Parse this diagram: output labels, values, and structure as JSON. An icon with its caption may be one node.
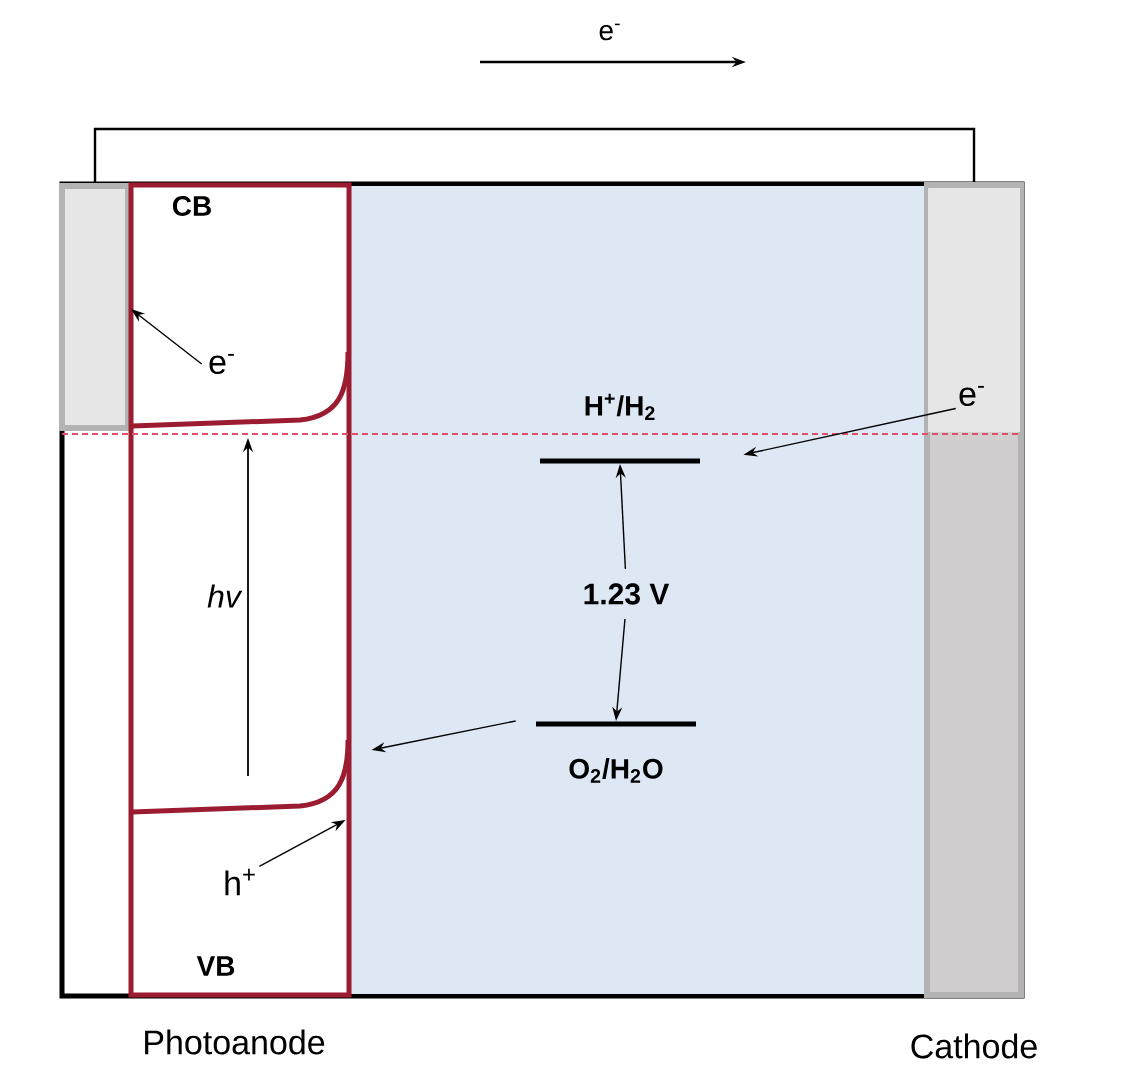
{
  "diagram": {
    "nodes": [
      {
        "text": [],
        "shape": "box"
      },
      {
        "text": [
          "CB",
          "VB"
        ],
        "beside": [
          "Photoanode"
        ]
      },
      {
        "text": [],
        "shape": "box",
        "beside": [
          "Cathode"
        ]
      },
      {
        "text": [
          "e$^{-}$"
        ],
        "in": 1
      },
      {
        "text": [
          "H$^{+}$/H$_{2}$"
        ]
      },
      {
        "text": [
          "e$^{-}$"
        ],
        "in": 2
      },
      {
        "text": [
          "1.23 V"
        ]
      },
      {
        "text": [
          "O$_{2}$/H$_{2}$O"
        ]
      },
      {
        "text": [
          "h$^{+}$"
        ],
        "in": 1
      }
    ],
    "edges": [
      {
        "from": 0,
        "to": 2,
        "arrow": "none"
      },
      {
        "from": 3,
        "to": 0,
        "arrow": "to"
      },
      {
        "from": 8,
        "to": 1,
        "arrow": "to"
      },
      {
        "from": 5,
        "to": 4,
        "arrow": "to"
      },
      {
        "from": 6,
        "to": 4,
        "arrow": "to"
      },
      {
        "from": 6,
        "to": 7,
        "arrow": "to"
      },
      {
        "from": 7,
        "to": 1,
        "arrow": "to"
      }
    ],
    "labels": [
      "e$^{-}$",
      "hv"
    ]
  }
}
